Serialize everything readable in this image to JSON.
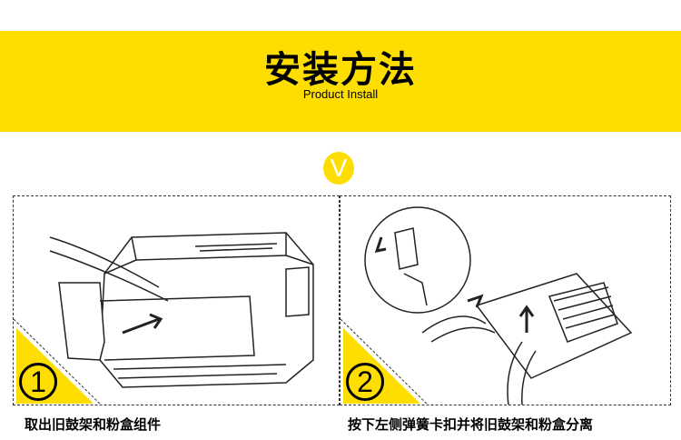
{
  "header": {
    "title": "安装方法",
    "subtitle": "Product Install",
    "badge": "V"
  },
  "steps": [
    {
      "number": "1",
      "caption": "取出旧鼓架和粉盒组件"
    },
    {
      "number": "2",
      "caption": "按下左侧弹簧卡扣并将旧鼓架和粉盒分离"
    }
  ],
  "colors": {
    "accent": "#FEDD00"
  }
}
